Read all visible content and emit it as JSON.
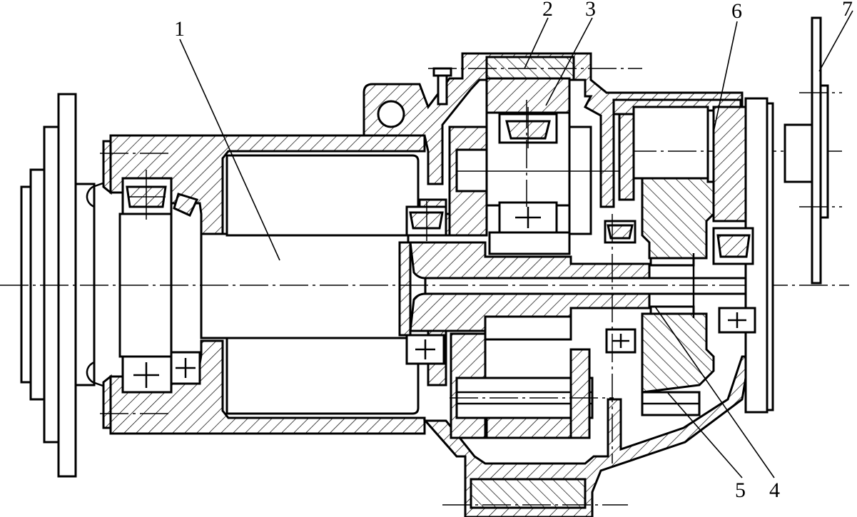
{
  "diagram": {
    "callouts": [
      {
        "id": "1",
        "text": "1"
      },
      {
        "id": "2",
        "text": "2"
      },
      {
        "id": "3",
        "text": "3"
      },
      {
        "id": "4",
        "text": "4"
      },
      {
        "id": "5",
        "text": "5"
      },
      {
        "id": "6",
        "text": "6"
      },
      {
        "id": "7",
        "text": "7"
      }
    ]
  }
}
